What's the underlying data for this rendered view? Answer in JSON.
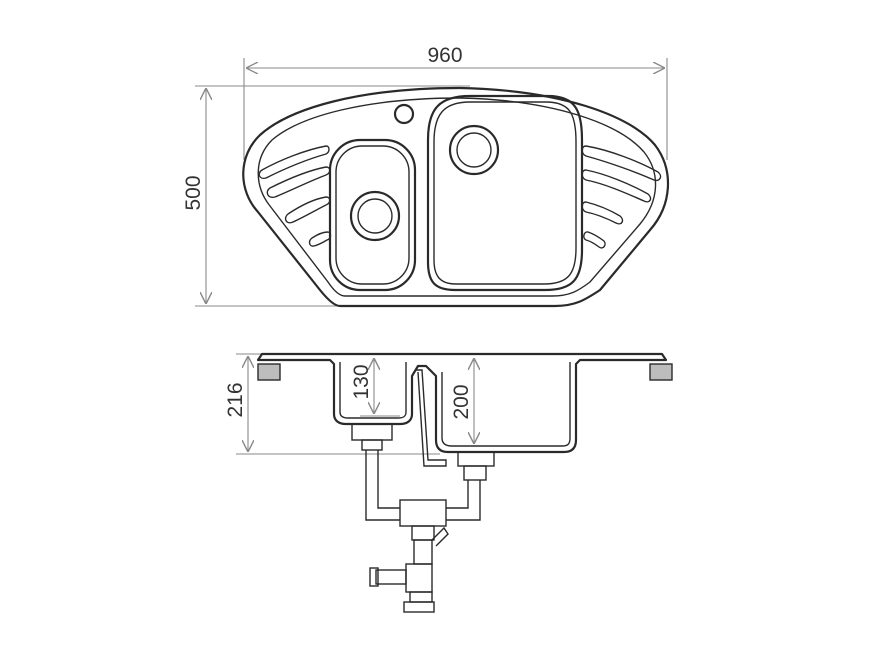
{
  "dimensions": {
    "width": "960",
    "depth": "500",
    "height": "216",
    "small_bowl_depth": "130",
    "large_bowl_depth": "200"
  },
  "colors": {
    "outline": "#2a2a2a",
    "dimension": "#8a8a8a",
    "text": "#333333",
    "mount_clip": "#bdbdbd"
  }
}
